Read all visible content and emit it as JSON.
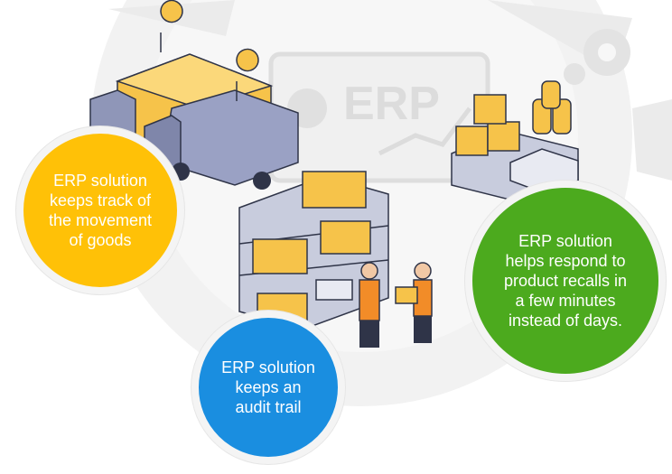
{
  "background": {
    "logo_text": "ERP",
    "gear_color": "#e9e9e9",
    "icons": [
      "gear-icon",
      "pie-chart-icon",
      "trend-arrow-icon"
    ]
  },
  "illustrations": {
    "trucks": "delivery-trucks-with-location-pins",
    "warehouse": "shelving-with-boxes-and-two-workers",
    "products": "pallet-of-boxes-barrels-and-packs"
  },
  "bubbles": {
    "goods": {
      "text": "ERP solution keeps track of the movement of goods",
      "color": "#ffc107"
    },
    "recall": {
      "text": "ERP solution helps respond to product recalls in a few minutes instead of days.",
      "color": "#4caa1e"
    },
    "audit": {
      "text": "ERP solution keeps an audit trail",
      "color": "#1a8ee0"
    }
  },
  "colors": {
    "accent_orange": "#f28c28",
    "steel": "#8f96b8",
    "box_yellow": "#f6c34a"
  }
}
